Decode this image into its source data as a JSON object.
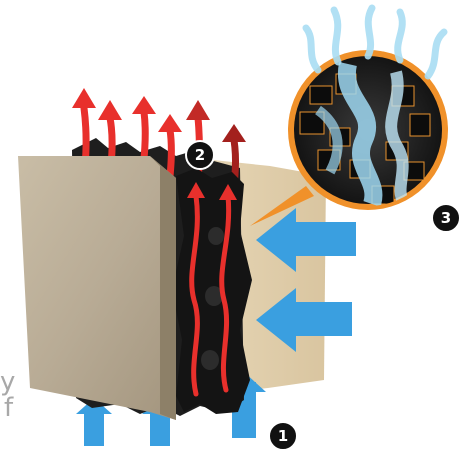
{
  "edge_text": [
    "y",
    "f"
  ],
  "markers": [
    {
      "id": "marker-1",
      "label": "1"
    },
    {
      "id": "marker-2",
      "label": "2"
    },
    {
      "id": "marker-3",
      "label": "3"
    }
  ],
  "colors": {
    "front_panel": "#b8ab95",
    "back_panel": "#e4d3b2",
    "membrane": "#1c1c1c",
    "hot_air_arrow": "#e8302c",
    "hot_air_arrow_dark": "#a3201d",
    "cool_air_arrow": "#3a9fe0",
    "zoom_ring": "#f0912a",
    "zoom_mist": "#9fd8f2",
    "marker_fill": "#111111"
  },
  "icons": [
    "hot-air-arrow-icon",
    "cool-air-arrow-icon",
    "magnifier-zoom-icon"
  ]
}
